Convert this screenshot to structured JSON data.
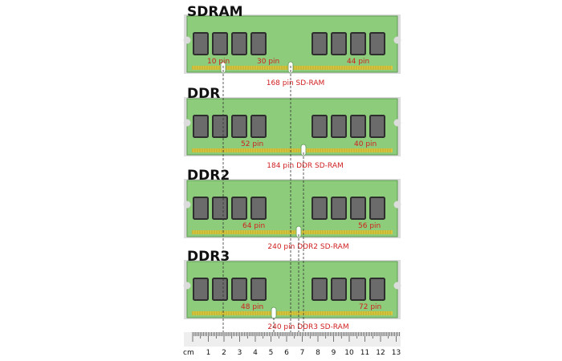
{
  "colors": {
    "pcb": "#8ccc7a",
    "pcb_edge": "#5e9a52",
    "band": "#dcdcdc",
    "chip": "#6b6b6b",
    "chip_edge": "#2e2e2e",
    "contacts": "#d7c640",
    "label": "#d12020",
    "heading": "#111111",
    "ruler_bg": "#eeeeee"
  },
  "modules": [
    {
      "name": "SDRAM",
      "segments": [
        "10 pin",
        "30 pin",
        "44 pin"
      ],
      "total_label": "168 pin SD-RAM"
    },
    {
      "name": "DDR",
      "segments": [
        "52 pin",
        "40 pin"
      ],
      "total_label": "184 pin DDR SD-RAM"
    },
    {
      "name": "DDR2",
      "segments": [
        "64 pin",
        "56 pin"
      ],
      "total_label": "240 pin DDR2 SD-RAM"
    },
    {
      "name": "DDR3",
      "segments": [
        "48 pin",
        "72 pin"
      ],
      "total_label": "240 pin DDR3 SD-RAM"
    }
  ],
  "ruler": {
    "unit": "cm",
    "ticks": [
      "1",
      "2",
      "3",
      "4",
      "5",
      "6",
      "7",
      "8",
      "9",
      "10",
      "11",
      "12",
      "13"
    ]
  }
}
